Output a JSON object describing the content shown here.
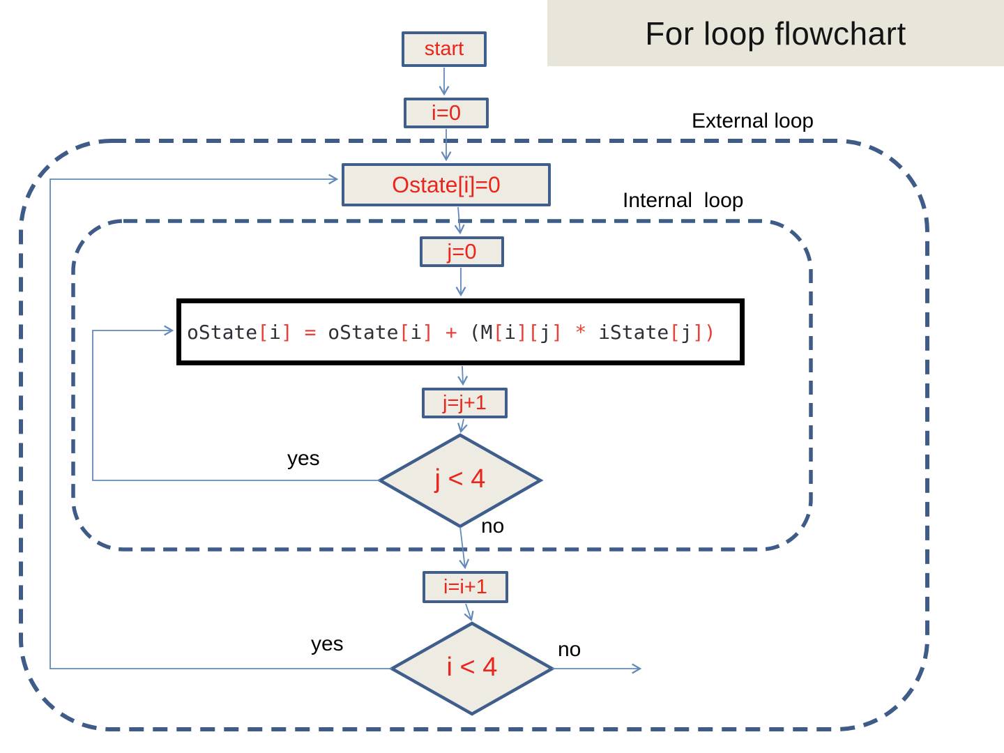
{
  "slide": {
    "title": "For loop flowchart",
    "title_bg": "#e8e6db",
    "background": "#ffffff"
  },
  "colors": {
    "node_fill": "#edebe2",
    "node_border": "#3f5e8c",
    "node_text_red": "#e8261d",
    "arrow_blue": "#6289ba",
    "dashed_outline_blue": "#3e5c87",
    "code_box_border": "#000000",
    "code_text_dark": "#2f2f38",
    "code_text_red": "#e8413a",
    "label_text": "#000000"
  },
  "flowchart": {
    "nodes": {
      "start": "start",
      "init_i": "i=0",
      "ostate": "Ostate[i]=0",
      "init_j": "j=0",
      "incr_j": "j=j+1",
      "cond_j": "j < 4",
      "incr_i": "i=i+1",
      "cond_i": "i < 4"
    },
    "code_box": {
      "text": "oState[i] = oState[i] + (M[i][j] * iState[j])",
      "tokens": [
        {
          "t": "oState",
          "c": "dark"
        },
        {
          "t": "[",
          "c": "red"
        },
        {
          "t": "i",
          "c": "dark"
        },
        {
          "t": "]",
          "c": "red"
        },
        {
          "t": " ",
          "c": "dark"
        },
        {
          "t": "=",
          "c": "red"
        },
        {
          "t": " oState",
          "c": "dark"
        },
        {
          "t": "[",
          "c": "red"
        },
        {
          "t": "i",
          "c": "dark"
        },
        {
          "t": "]",
          "c": "red"
        },
        {
          "t": " ",
          "c": "dark"
        },
        {
          "t": "+",
          "c": "red"
        },
        {
          "t": " (M",
          "c": "dark"
        },
        {
          "t": "[",
          "c": "red"
        },
        {
          "t": "i",
          "c": "dark"
        },
        {
          "t": "]",
          "c": "red"
        },
        {
          "t": "[",
          "c": "red"
        },
        {
          "t": "j",
          "c": "dark"
        },
        {
          "t": "]",
          "c": "red"
        },
        {
          "t": " ",
          "c": "dark"
        },
        {
          "t": "*",
          "c": "red"
        },
        {
          "t": " iState",
          "c": "dark"
        },
        {
          "t": "[",
          "c": "red"
        },
        {
          "t": "j",
          "c": "dark"
        },
        {
          "t": "]",
          "c": "red"
        },
        {
          "t": ")",
          "c": "red"
        }
      ]
    },
    "branch_labels": {
      "inner_yes": "yes",
      "inner_no": "no",
      "outer_yes": "yes",
      "outer_no": "no"
    },
    "loop_labels": {
      "external": "External loop",
      "internal": "Internal  loop"
    }
  }
}
